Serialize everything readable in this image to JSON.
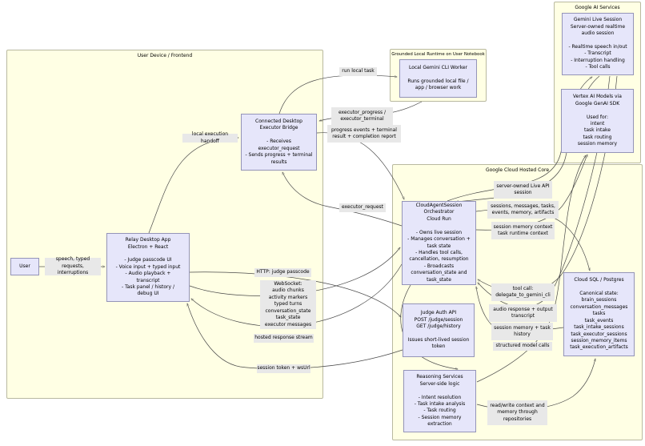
{
  "containers": {
    "user_device": {
      "title": "User Device / Frontend"
    },
    "grounded_runtime": {
      "title": "Grounded Local Runtime on User Notebook"
    },
    "google_ai": {
      "title": "Google AI Services"
    },
    "google_cloud": {
      "title": "Google Cloud Hosted Core"
    }
  },
  "nodes": {
    "user": {
      "lines": [
        "User"
      ]
    },
    "relay": {
      "lines": [
        "Relay Desktop App",
        "Electron + React",
        "",
        "- Judge passcode UI",
        "- Voice input + typed input",
        "- Audio playback +",
        "transcript",
        "- Task panel / history /",
        "debug UI"
      ]
    },
    "executor_bridge": {
      "lines": [
        "Connected Desktop",
        "Executor Bridge",
        "",
        "- Receives",
        "executor_request",
        "- Sends progress + terminal",
        "results"
      ]
    },
    "cli_worker": {
      "lines": [
        "Local Gemini CLI Worker",
        "",
        "Runs grounded local file /",
        "app / browser work"
      ]
    },
    "gemini_live": {
      "lines": [
        "Gemini Live Session",
        "Server-owned realtime",
        "audio session",
        "",
        "- Realtime speech in/out",
        "- Transcript",
        "- Interruption handling",
        "- Tool calls"
      ]
    },
    "vertex": {
      "lines": [
        "Vertex AI Models via",
        "Google GenAI SDK",
        "",
        "Used for:",
        "intent",
        "task intake",
        "task routing",
        "session memory"
      ]
    },
    "orchestrator": {
      "lines": [
        "CloudAgentSession",
        "Orchestrator",
        "Cloud Run",
        "",
        "- Owns live session",
        "- Manages conversation +",
        "task state",
        "- Handles tool calls,",
        "cancellation, resumption",
        "- Broadcasts",
        "conversation_state and",
        "task_state"
      ]
    },
    "judge": {
      "lines": [
        "Judge Auth API",
        "POST /judge/session",
        "GET /judge/history",
        "",
        "Issues short-lived session",
        "token"
      ]
    },
    "reasoning": {
      "lines": [
        "Reasoning Services",
        "Server-side logic",
        "",
        "- Intent resolution",
        "- Task intake analysis",
        "- Task routing",
        "- Session memory",
        "extraction"
      ]
    },
    "cloud_sql": {
      "lines": [
        "Cloud SQL / Postgres",
        "",
        "Canonical state:",
        "brain_sessions",
        "conversation_messages",
        "tasks",
        "task_events",
        "task_intake_sessions",
        "task_executor_sessions",
        "session_memory_items",
        "task_execution_artifacts"
      ]
    }
  },
  "edge_labels": {
    "speech": [
      "speech, typed requests,",
      "interruptions"
    ],
    "local_handoff": [
      "local execution handoff"
    ],
    "run_local_task": [
      "run local task"
    ],
    "executor_progress": [
      "executor_progress /",
      "executor_terminal"
    ],
    "progress_events": [
      "progress events + terminal",
      "result + completion report"
    ],
    "executor_request": [
      "executor_request"
    ],
    "http_judge": [
      "HTTP: judge passcode"
    ],
    "websocket": [
      "WebSocket:",
      "audio chunks",
      "activity markers",
      "typed turns",
      "conversation_state",
      "task_state",
      "executor messages"
    ],
    "hosted_stream": [
      "hosted response stream"
    ],
    "session_token": [
      "session token + wsUrl"
    ],
    "server_owned": [
      "server-owned Live API",
      "session"
    ],
    "sessions_messages": [
      "sessions, messages, tasks,",
      "events, memory, artifacts"
    ],
    "memory_context": [
      "session memory context",
      "task runtime context"
    ],
    "tool_call": [
      "tool call:",
      "delegate_to_gemini_cli"
    ],
    "audio_response": [
      "audio response + output",
      "transcript"
    ],
    "memory_history": [
      "session memory + task",
      "history"
    ],
    "structured_calls": [
      "structured model calls"
    ],
    "read_write": [
      "read/write context and",
      "memory through",
      "repositories"
    ]
  },
  "colors": {
    "container_fill": "#ffffe4",
    "node_fill": "#e6e6fa",
    "edge_label_fill": "#e8e8e8",
    "edge_stroke": "#4a4a4a"
  }
}
